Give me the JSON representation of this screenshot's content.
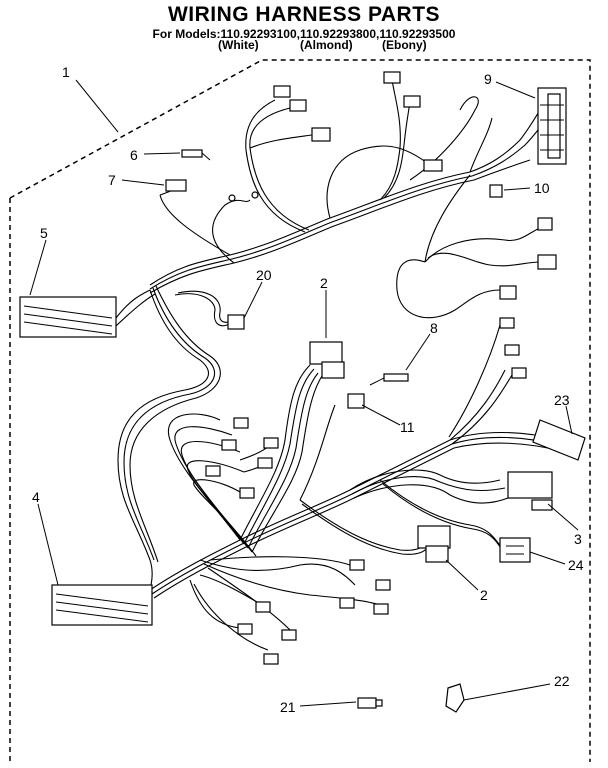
{
  "header": {
    "title": "WIRING HARNESS PARTS",
    "models_line": "For Models:110.92293100,110.92293800,110.92293500",
    "variants": [
      "(White)",
      "(Almond)",
      "(Ebony)"
    ]
  },
  "diagram": {
    "callouts": [
      "1",
      "9",
      "6",
      "7",
      "10",
      "5",
      "20",
      "2",
      "8",
      "11",
      "23",
      "4",
      "3",
      "24",
      "2",
      "21",
      "22"
    ],
    "line_color": "#000000",
    "background": "#ffffff"
  }
}
